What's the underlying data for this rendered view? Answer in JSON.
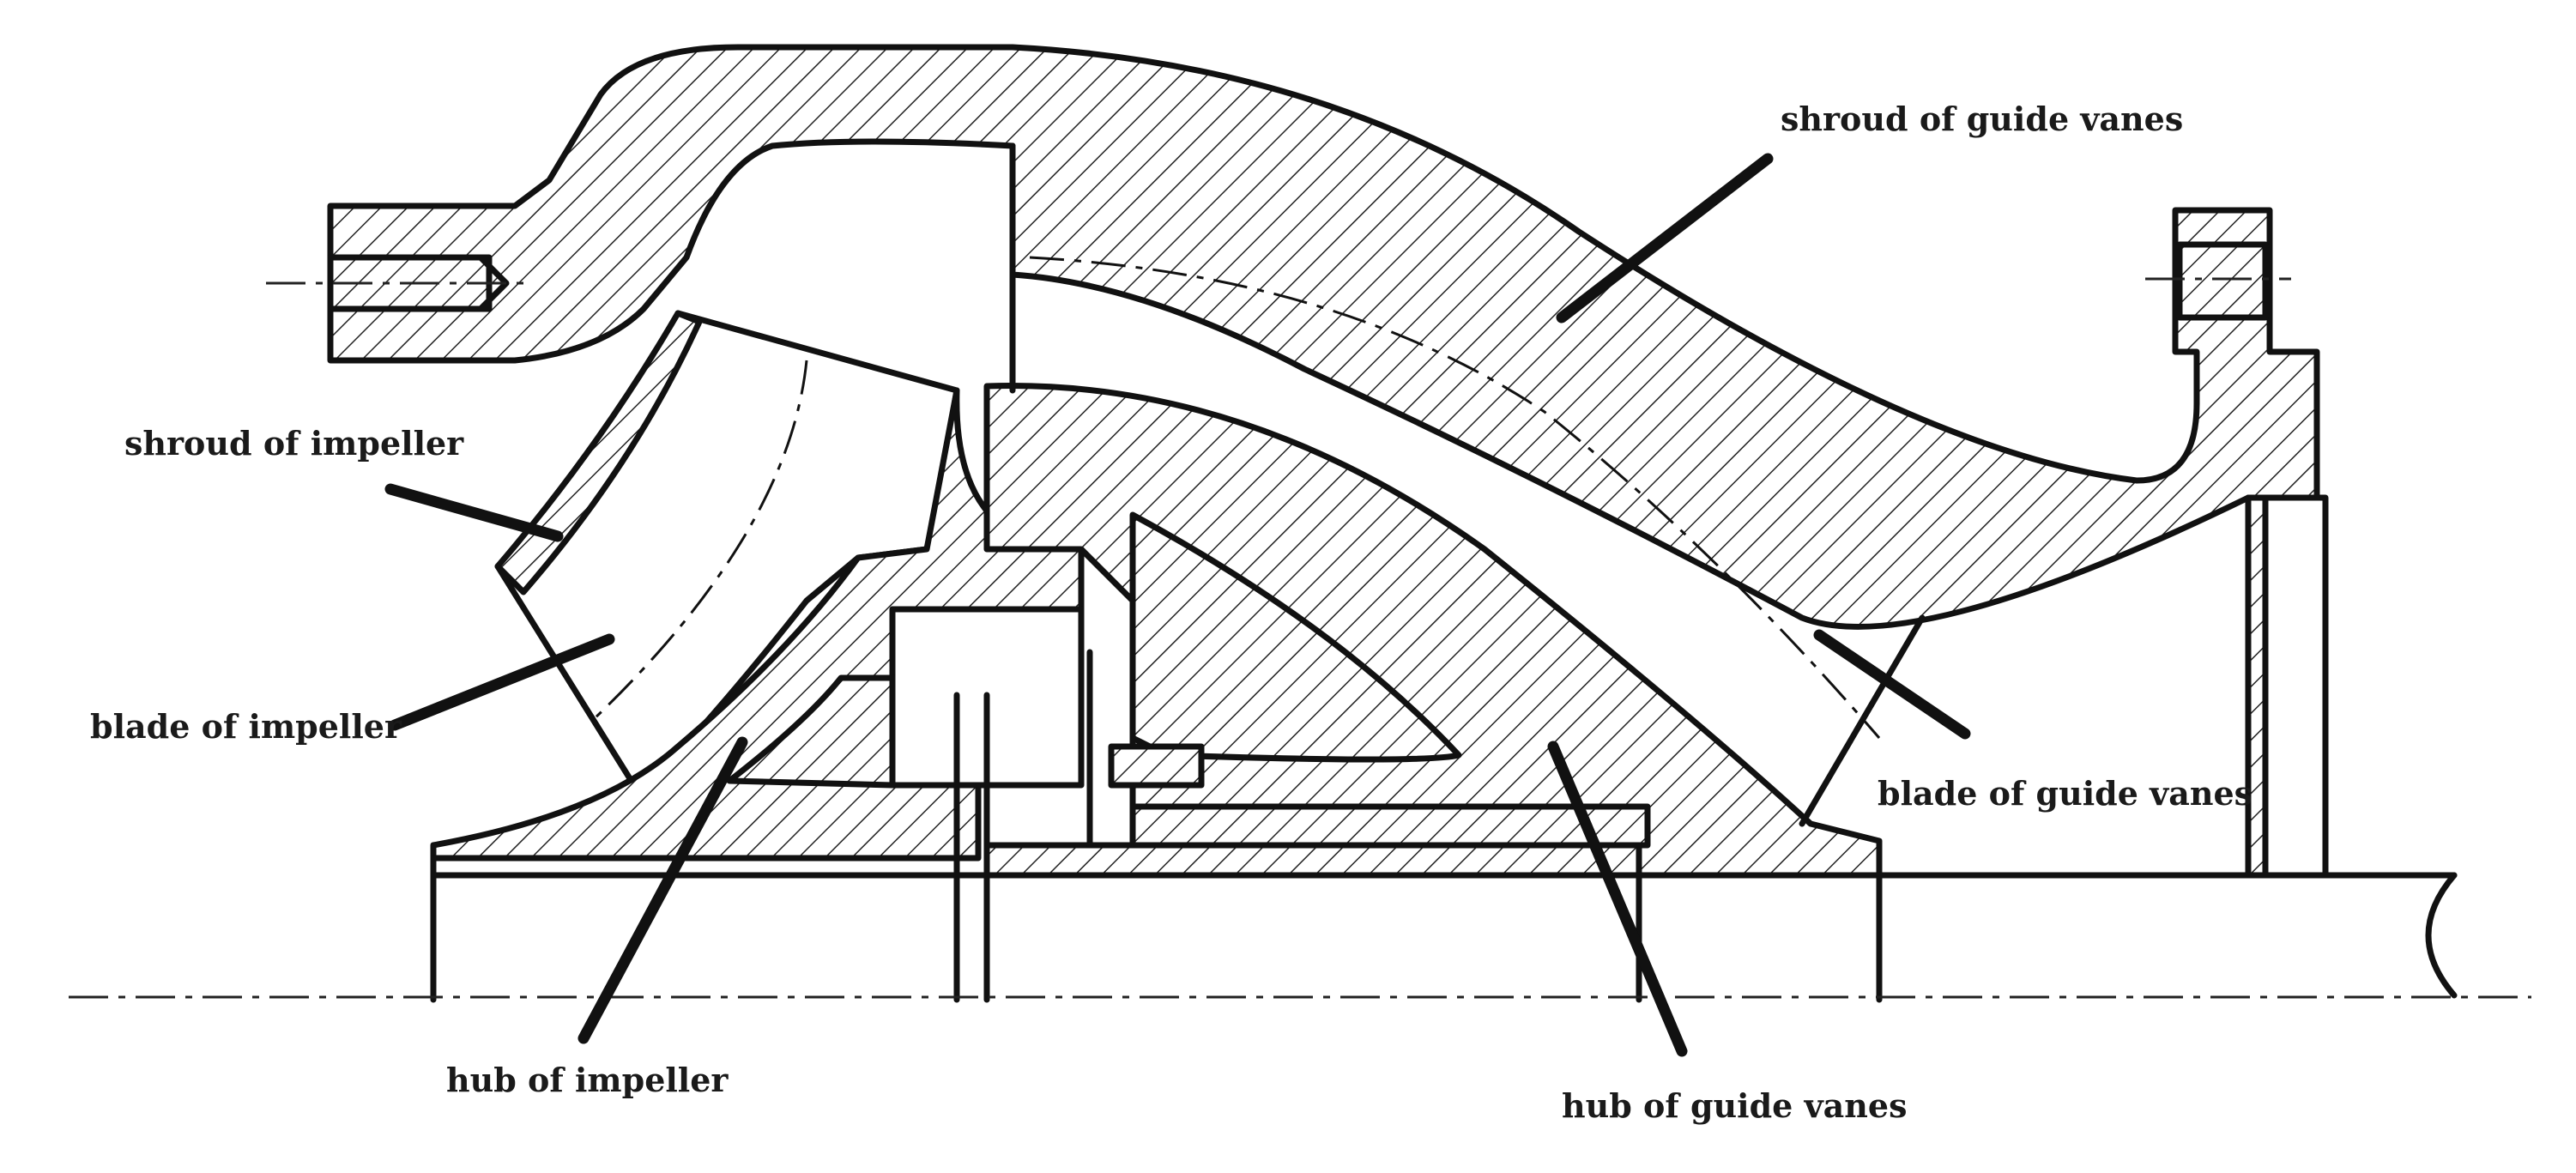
{
  "labels": {
    "shroud_of_guide_vanes": "shroud of guide vanes",
    "shroud_of_impeller": "shroud of impeller",
    "blade_of_impeller": "blade of impeller",
    "blade_of_guide_vanes": "blade of guide vanes",
    "hub_of_impeller": "hub of impeller",
    "hub_of_guide_vanes": "hub of guide vanes"
  }
}
